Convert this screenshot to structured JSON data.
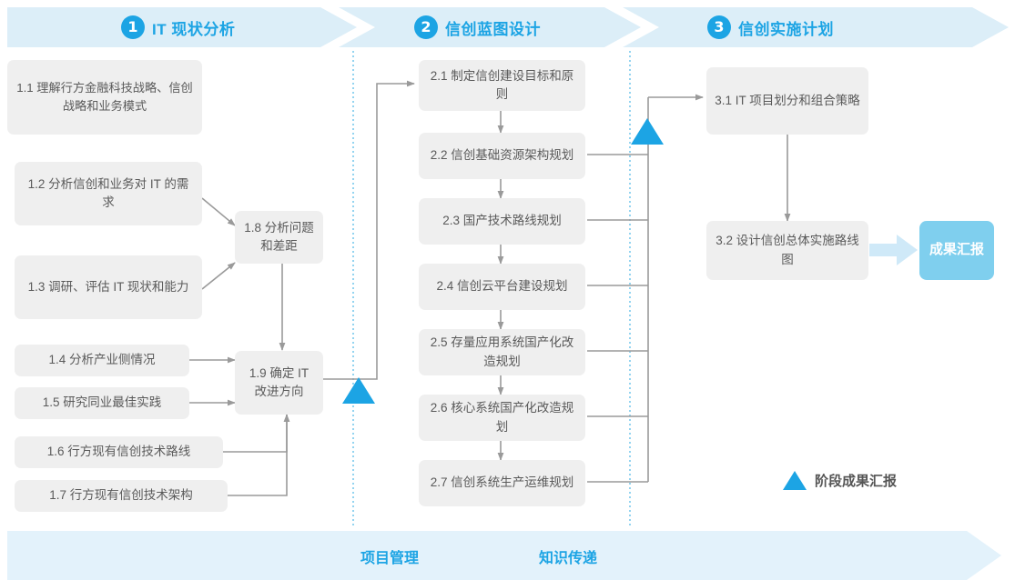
{
  "header": {
    "phases": [
      {
        "num": "1",
        "title": "IT 现状分析"
      },
      {
        "num": "2",
        "title": "信创蓝图设计"
      },
      {
        "num": "3",
        "title": "信创实施计划"
      }
    ],
    "band_color": "#DCEEF8",
    "accent_color": "#1CA4E4"
  },
  "phase1": {
    "nodes": [
      {
        "id": "1.1",
        "text": "1.1 理解行方金融科技战略、信创战略和业务模式"
      },
      {
        "id": "1.2",
        "text": "1.2 分析信创和业务对 IT 的需求"
      },
      {
        "id": "1.3",
        "text": "1.3 调研、评估 IT 现状和能力"
      },
      {
        "id": "1.4",
        "text": "1.4 分析产业侧情况"
      },
      {
        "id": "1.5",
        "text": "1.5 研究同业最佳实践"
      },
      {
        "id": "1.6",
        "text": "1.6 行方现有信创技术路线"
      },
      {
        "id": "1.7",
        "text": "1.7 行方现有信创技术架构"
      },
      {
        "id": "1.8",
        "text": "1.8 分析问题和差距"
      },
      {
        "id": "1.9",
        "text": "1.9 确定 IT 改进方向"
      }
    ]
  },
  "phase2": {
    "nodes": [
      {
        "id": "2.1",
        "text": "2.1 制定信创建设目标和原则"
      },
      {
        "id": "2.2",
        "text": "2.2 信创基础资源架构规划"
      },
      {
        "id": "2.3",
        "text": "2.3 国产技术路线规划"
      },
      {
        "id": "2.4",
        "text": "2.4 信创云平台建设规划"
      },
      {
        "id": "2.5",
        "text": "2.5 存量应用系统国产化改造规划"
      },
      {
        "id": "2.6",
        "text": "2.6 核心系统国产化改造规划"
      },
      {
        "id": "2.7",
        "text": "2.7 信创系统生产运维规划"
      }
    ]
  },
  "phase3": {
    "nodes": [
      {
        "id": "3.1",
        "text": "3.1 IT 项目划分和组合策略"
      },
      {
        "id": "3.2",
        "text": "3.2 设计信创总体实施路线图"
      }
    ],
    "result": "成果汇报"
  },
  "legend": {
    "label": "阶段成果汇报",
    "marker_color": "#1CA4E4"
  },
  "footer": {
    "labels": [
      "项目管理",
      "知识传递"
    ],
    "band_color": "#E3F2FB"
  }
}
